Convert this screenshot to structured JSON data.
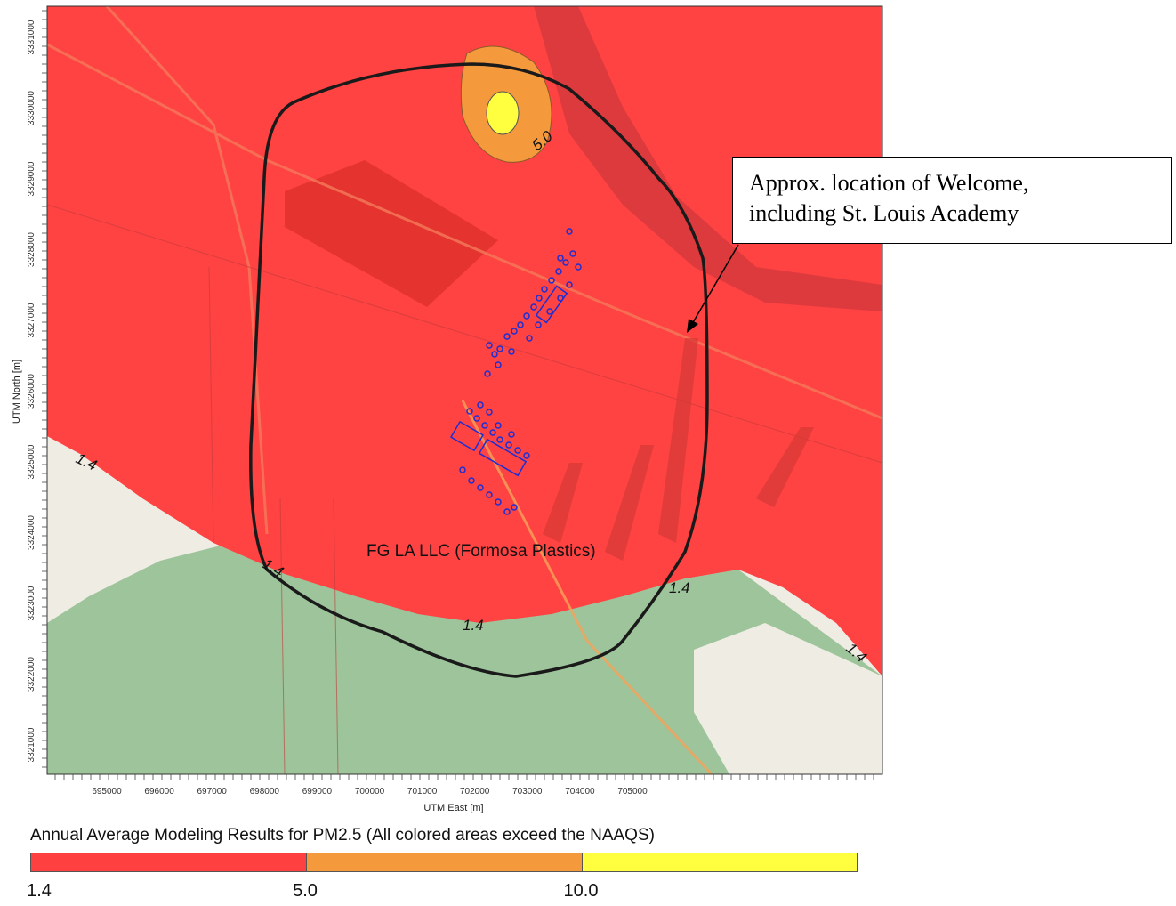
{
  "map": {
    "axes": {
      "x_title": "UTM East [m]",
      "y_title": "UTM North [m]",
      "x_ticks": [
        "695000",
        "696000",
        "697000",
        "698000",
        "699000",
        "700000",
        "701000",
        "702000",
        "703000",
        "704000",
        "705000"
      ],
      "y_ticks": [
        "3331000",
        "3330000",
        "3329000",
        "3328000",
        "3327000",
        "3326000",
        "3325000",
        "3324000",
        "3323000",
        "3322000",
        "3321000"
      ]
    },
    "contour_labels": [
      "1.4",
      "1.4",
      "1.4",
      "1.4",
      "1.4",
      "5.0"
    ],
    "facility_label": "FG LA LLC (Formosa Plastics)",
    "callout": {
      "line1": "Approx. location of Welcome,",
      "line2": "including St. Louis Academy"
    },
    "colors": {
      "high": "#ffff40",
      "mid": "#f59a3c",
      "low": "#ff4040",
      "forest": "#9dc49a",
      "land": "#efece3",
      "sources": "#1a2fd6"
    }
  },
  "legend": {
    "title": "Annual Average Modeling Results for PM2.5 (All colored areas exceed the NAAQS)",
    "ticks": [
      "1.4",
      "5.0",
      "10.0"
    ]
  }
}
